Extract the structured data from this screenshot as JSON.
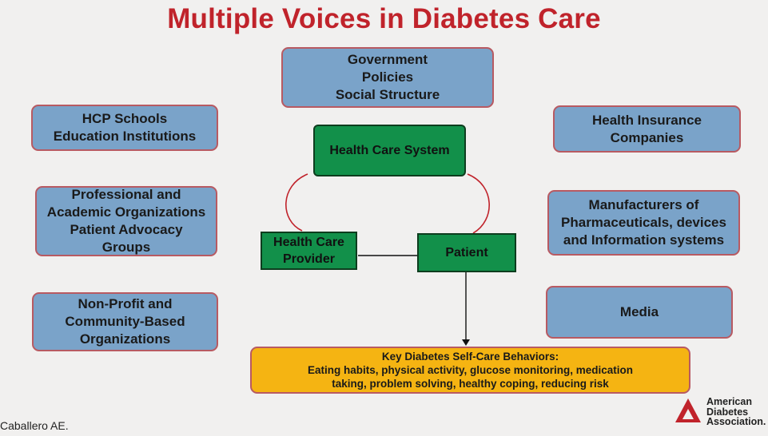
{
  "title": "Multiple Voices in Diabetes Care",
  "nodes": {
    "government": [
      "Government",
      "Policies",
      "Social Structure"
    ],
    "hcp_schools": [
      "HCP Schools",
      "Education Institutions"
    ],
    "health_insurance": [
      "Health Insurance",
      "Companies"
    ],
    "health_care_system": [
      "Health Care System"
    ],
    "professional": [
      "Professional and",
      "Academic Organizations",
      "Patient Advocacy",
      "Groups"
    ],
    "manufacturers": [
      "Manufacturers of",
      "Pharmaceuticals, devices",
      "and Information systems"
    ],
    "provider": [
      "Health Care",
      "Provider"
    ],
    "patient": [
      "Patient"
    ],
    "nonprofit": [
      "Non-Profit and",
      "Community-Based",
      "Organizations"
    ],
    "media": [
      "Media"
    ],
    "self_care": [
      "Key Diabetes Self-Care Behaviors:",
      "Eating habits, physical activity, glucose monitoring, medication",
      "taking, problem solving, healthy coping, reducing risk"
    ]
  },
  "credit": "Caballero AE.",
  "logo": [
    "American",
    "Diabetes",
    "Association."
  ],
  "colors": {
    "title": "#c0232b",
    "outer_box": "#7aa3c9",
    "care_box": "#12904a",
    "behavior_box": "#f5b412",
    "connector_curve": "#c0232b"
  }
}
